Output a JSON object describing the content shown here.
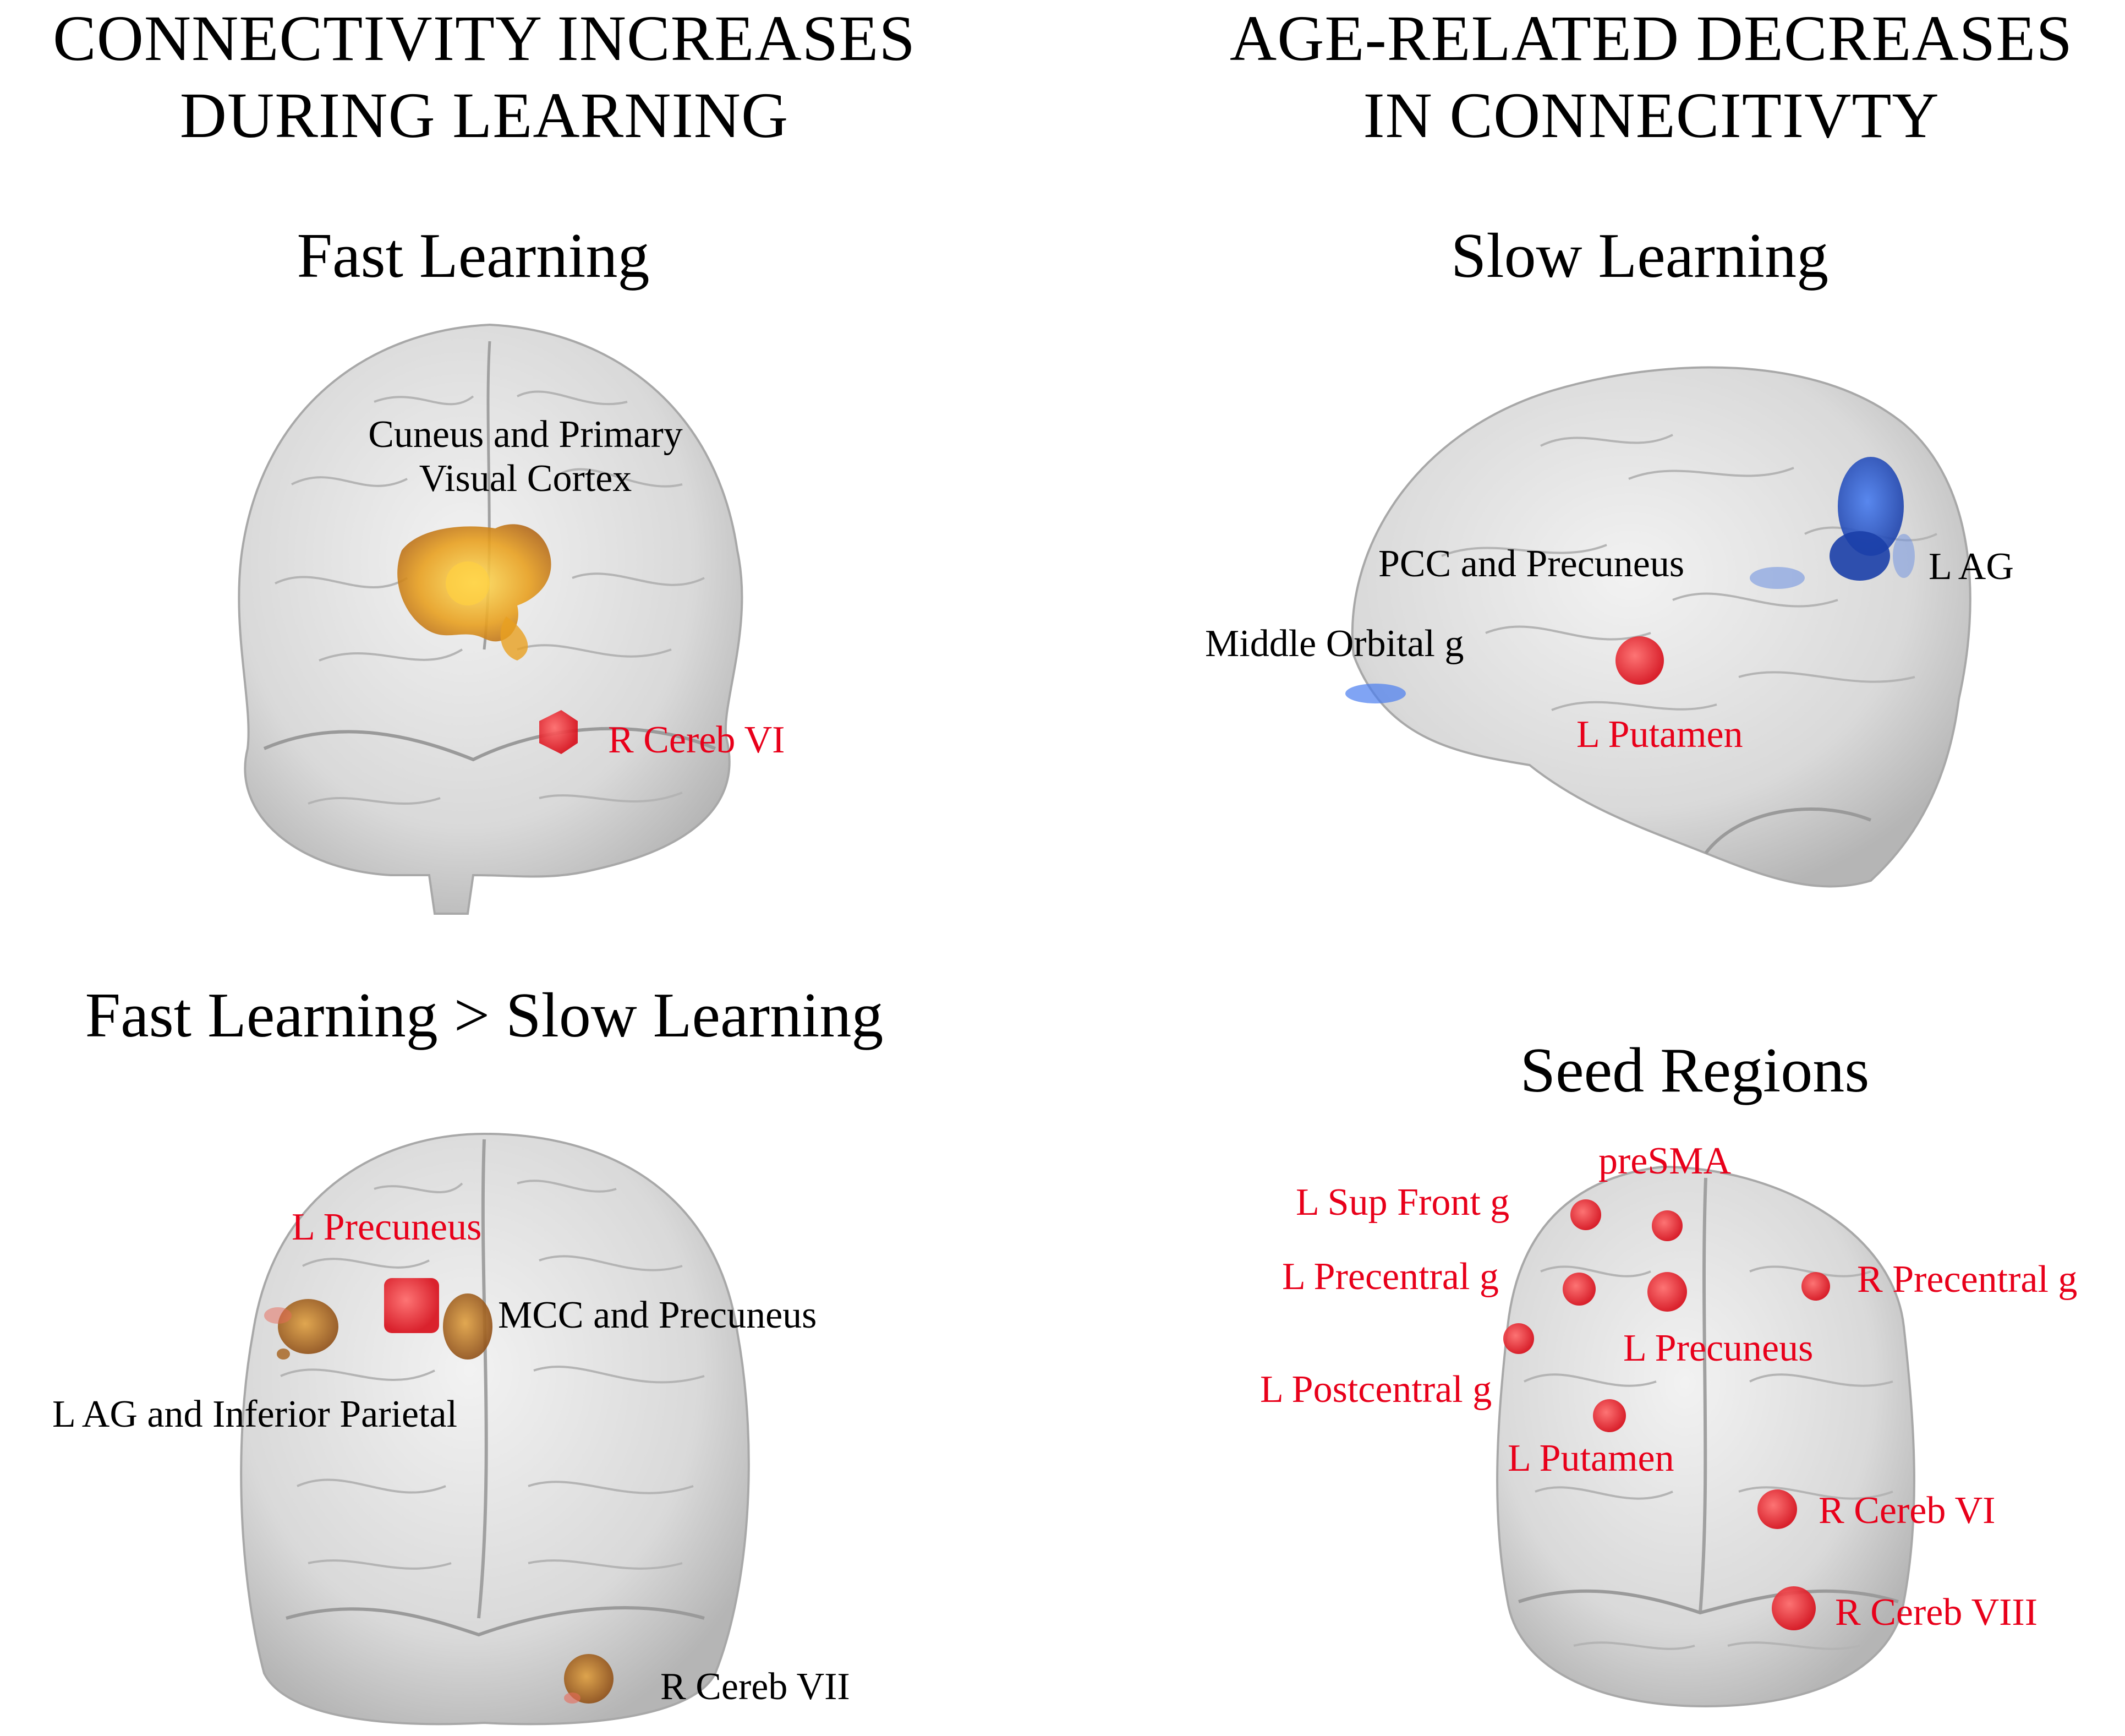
{
  "left_column": {
    "heading_line1": "CONNECTIVITY INCREASES",
    "heading_line2": "DURING LEARNING"
  },
  "right_column": {
    "heading_line1": "AGE-RELATED DECREASES",
    "heading_line2": "IN CONNECITIVTY"
  },
  "panel_fast": {
    "title": "Fast Learning",
    "labels": {
      "cuneus_line1": "Cuneus and Primary",
      "cuneus_line2": "Visual Cortex",
      "r_cereb_vi": "R Cereb VI"
    }
  },
  "panel_slow": {
    "title": "Slow Learning",
    "labels": {
      "pcc": "PCC and Precuneus",
      "l_ag": "L AG",
      "middle_orbital": "Middle Orbital g",
      "l_putamen": "L Putamen"
    }
  },
  "panel_contrast": {
    "title": "Fast Learning > Slow Learning",
    "labels": {
      "l_precuneus": "L Precuneus",
      "mcc": "MCC and Precuneus",
      "l_ag_inf": "L AG and Inferior Parietal",
      "r_cereb_vii": "R Cereb VII"
    }
  },
  "panel_seed": {
    "title": "Seed Regions",
    "labels": {
      "presma": "preSMA",
      "l_sup_front": "L Sup Front g",
      "l_precentral": "L Precentral g",
      "r_precentral": "R Precentral g",
      "l_precuneus": "L Precuneus",
      "l_postcentral": "L Postcentral g",
      "l_putamen": "L Putamen",
      "r_cereb_vi": "R Cereb VI",
      "r_cereb_viii": "R Cereb VIII"
    }
  },
  "colors": {
    "seed_red": "#e8001a",
    "activation_orange": "#e8a020",
    "activation_brown": "#a5601c",
    "decrease_blue": "#2a56c8",
    "brain_gray": "#d9d9d9"
  }
}
